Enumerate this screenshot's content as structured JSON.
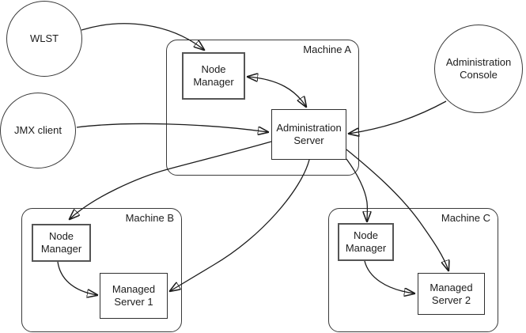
{
  "diagram": {
    "background": "#ffffff",
    "line_color": "#1c1c1c"
  },
  "clients": {
    "wlst": {
      "label": "WLST"
    },
    "jmx_client": {
      "label": "JMX client"
    },
    "admin_console": {
      "label": "Administration\nConsole"
    }
  },
  "machine_a": {
    "label": "Machine A",
    "node_manager": {
      "label": "Node\nManager"
    },
    "admin_server": {
      "label": "Administration\nServer"
    }
  },
  "machine_b": {
    "label": "Machine B",
    "node_manager": {
      "label": "Node\nManager"
    },
    "managed_server": {
      "label": "Managed\nServer 1"
    }
  },
  "machine_c": {
    "label": "Machine C",
    "node_manager": {
      "label": "Node\nManager"
    },
    "managed_server": {
      "label": "Managed\nServer 2"
    }
  },
  "connections": [
    {
      "from": "WLST",
      "to": "Node Manager (Machine A)",
      "direction": "one-way"
    },
    {
      "from": "JMX client",
      "to": "Administration Server",
      "direction": "one-way"
    },
    {
      "from": "Administration Console",
      "to": "Administration Server",
      "direction": "one-way"
    },
    {
      "from": "Node Manager (Machine A)",
      "to": "Administration Server",
      "direction": "two-way"
    },
    {
      "from": "Administration Server",
      "to": "Node Manager (Machine B)",
      "direction": "one-way"
    },
    {
      "from": "Administration Server",
      "to": "Managed Server 1",
      "direction": "one-way"
    },
    {
      "from": "Administration Server",
      "to": "Node Manager (Machine C)",
      "direction": "one-way"
    },
    {
      "from": "Administration Server",
      "to": "Managed Server 2",
      "direction": "one-way"
    },
    {
      "from": "Node Manager (Machine B)",
      "to": "Managed Server 1",
      "direction": "one-way"
    },
    {
      "from": "Node Manager (Machine C)",
      "to": "Managed Server 2",
      "direction": "one-way"
    }
  ]
}
